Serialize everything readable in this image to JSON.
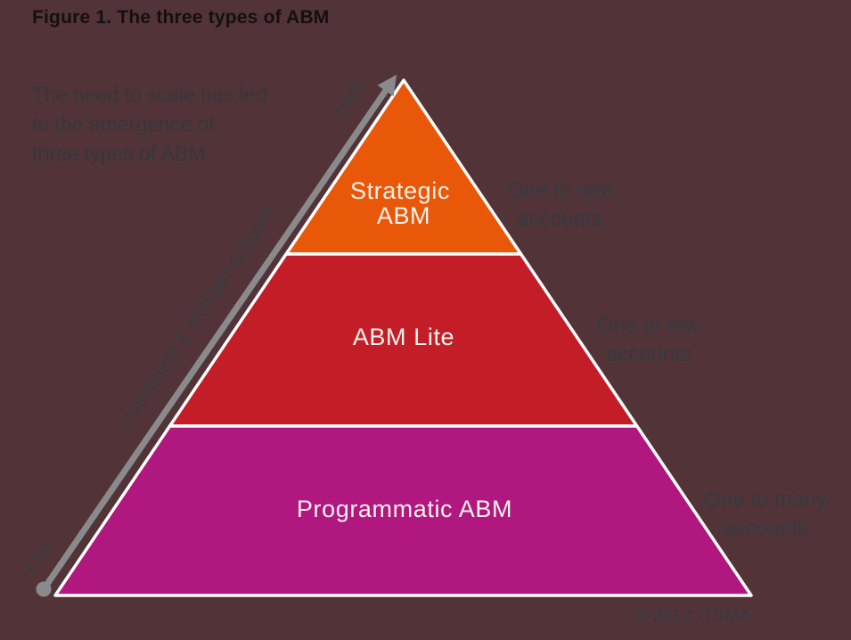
{
  "title": "Figure 1. The three types of ABM",
  "intro": {
    "line1": "The need to scale has led",
    "line2": "to the emergence of",
    "line3": "three types of ABM"
  },
  "axis": {
    "high": "High",
    "low": "Low",
    "label": "Investment & ROI per account"
  },
  "tiers": [
    {
      "name": "Strategic ABM",
      "line1": "Strategic",
      "line2": "ABM",
      "color": "#e95808",
      "audience1": "One to one",
      "audience2": "accounts"
    },
    {
      "name": "ABM Lite",
      "line1": "ABM Lite",
      "color": "#c31e27",
      "audience1": "One to few",
      "audience2": "accounts"
    },
    {
      "name": "Programmatic ABM",
      "line1": "Programmatic ABM",
      "color": "#b0177f",
      "audience1": "One to many",
      "audience2": "accounts"
    }
  ],
  "footer": {
    "copyright": "© 2017 ITSMA"
  },
  "colors": {
    "background": "#523338",
    "arrow": "#8a8a8c",
    "tier_border": "#ffffff",
    "muted_text": "#363d42",
    "tier_label_text": "#faf2ec",
    "title_text": "#141010"
  }
}
